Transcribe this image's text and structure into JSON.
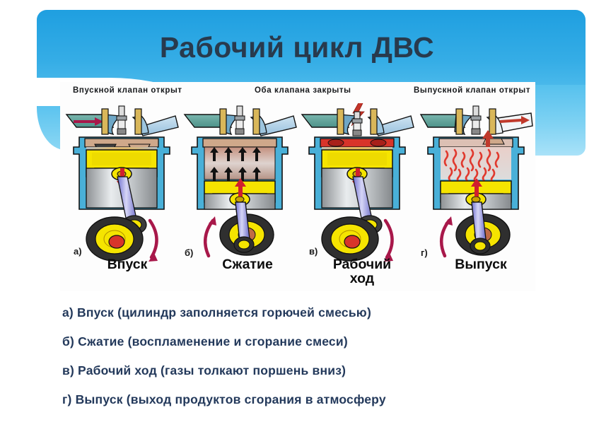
{
  "slide": {
    "title": "Рабочий цикл ДВС",
    "background_color": "#ffffff",
    "header_color_top": "#1f9fe0",
    "header_color_bottom": "#8ed8f5",
    "title_color": "#283a4d",
    "bullet_color": "#23395b"
  },
  "diagram": {
    "valve_captions": [
      "Впускной клапан открыт",
      "Оба клапана закрыты",
      "Выпускной клапан открыт"
    ],
    "stages": [
      {
        "letter": "а)",
        "label": "Впуск",
        "label2": ""
      },
      {
        "letter": "б)",
        "label": "Сжатие",
        "label2": ""
      },
      {
        "letter": "в)",
        "label": "Рабочий",
        "label2": "ход"
      },
      {
        "letter": "г)",
        "label": "Выпуск",
        "label2": ""
      }
    ],
    "colors": {
      "cylinder_body": "#49b0d8",
      "piston_yellow": "#f5e400",
      "metal_gray": "#b9bdbf",
      "hot_red": "#e23127",
      "arrow_crimson": "#a8184a",
      "rod_violet": "#8f8fe0",
      "manifold_teal": "#5fa9a2",
      "manifold_blue": "#a9cfe8"
    }
  },
  "bullets": [
    "а) Впуск (цилиндр заполняется горючей смесью)",
    "б) Сжатие (воспламенение и сгорание смеси)",
    "в) Рабочий ход (газы толкают поршень вниз)",
    "г) Выпуск (выход продуктов сгорания в атмосферу"
  ]
}
